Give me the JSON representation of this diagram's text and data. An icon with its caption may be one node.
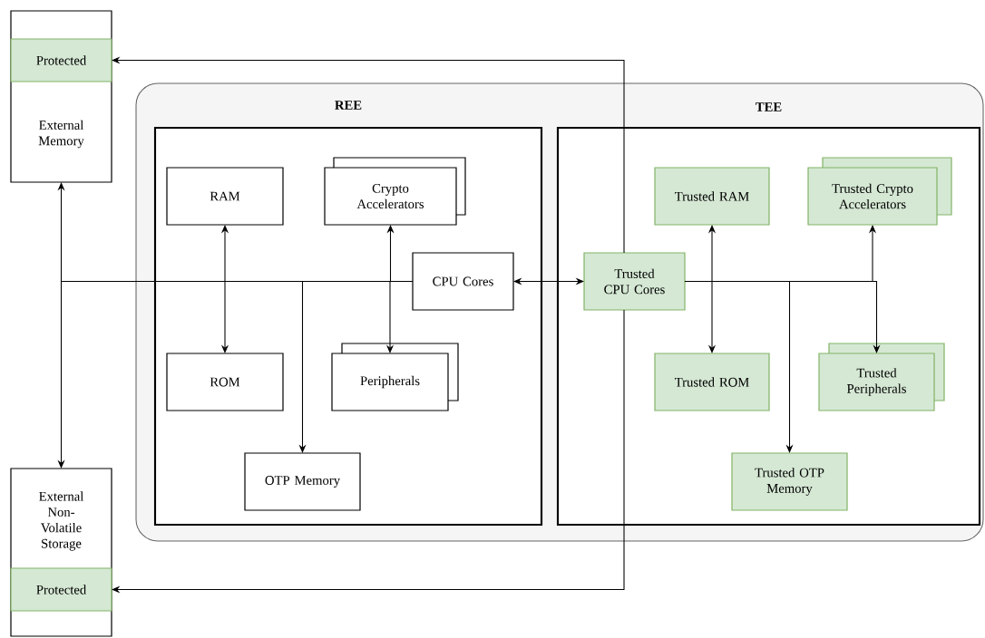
{
  "diagram": {
    "nodes": [
      {
        "text": [],
        "shape": "box"
      },
      {
        "text": [
          "REE"
        ],
        "in": 0
      },
      {
        "text": [
          "TEE"
        ],
        "in": 0
      },
      {
        "text": [
          "External Memory"
        ]
      },
      {
        "text": [
          "Protected"
        ],
        "in": 3
      },
      {
        "text": [
          "External Non-Volatile Storage"
        ]
      },
      {
        "text": [
          "Protected"
        ],
        "in": 5
      },
      {
        "text": [
          "RAM"
        ],
        "in": 1
      },
      {
        "text": [
          "Crypto Accelerators"
        ],
        "in": 1
      },
      {
        "text": [
          "CPU Cores"
        ],
        "in": 1
      },
      {
        "text": [
          "ROM"
        ],
        "in": 1
      },
      {
        "text": [
          "Peripherals"
        ],
        "in": 1
      },
      {
        "text": [
          "OTP Memory"
        ],
        "in": 1
      },
      {
        "text": [
          "Trusted CPU Cores"
        ],
        "in": 2
      },
      {
        "text": [
          "Trusted RAM"
        ],
        "in": 2
      },
      {
        "text": [
          "Trusted Crypto Accelerators"
        ],
        "in": 2
      },
      {
        "text": [
          "Trusted ROM"
        ],
        "in": 2
      },
      {
        "text": [
          "Trusted Peripherals"
        ],
        "in": 2
      },
      {
        "text": [
          "Trusted OTP Memory"
        ],
        "in": 2
      }
    ],
    "edges": [
      {
        "from": 9,
        "to": 3,
        "arrow": "to"
      },
      {
        "from": 9,
        "to": 5,
        "arrow": "to"
      },
      {
        "from": 9,
        "to": 7,
        "arrow": "to"
      },
      {
        "from": 9,
        "to": 10,
        "arrow": "to"
      },
      {
        "from": 9,
        "to": 8,
        "arrow": "to"
      },
      {
        "from": 9,
        "to": 11,
        "arrow": "to"
      },
      {
        "from": 9,
        "to": 12,
        "arrow": "to"
      },
      {
        "from": 9,
        "to": 13,
        "arrow": "both"
      },
      {
        "from": 13,
        "to": 4,
        "arrow": "to"
      },
      {
        "from": 13,
        "to": 6,
        "arrow": "to"
      },
      {
        "from": 13,
        "to": 14,
        "arrow": "to"
      },
      {
        "from": 13,
        "to": 16,
        "arrow": "to"
      },
      {
        "from": 13,
        "to": 15,
        "arrow": "to"
      },
      {
        "from": 13,
        "to": 17,
        "arrow": "to"
      },
      {
        "from": 13,
        "to": 18,
        "arrow": "to"
      }
    ]
  }
}
